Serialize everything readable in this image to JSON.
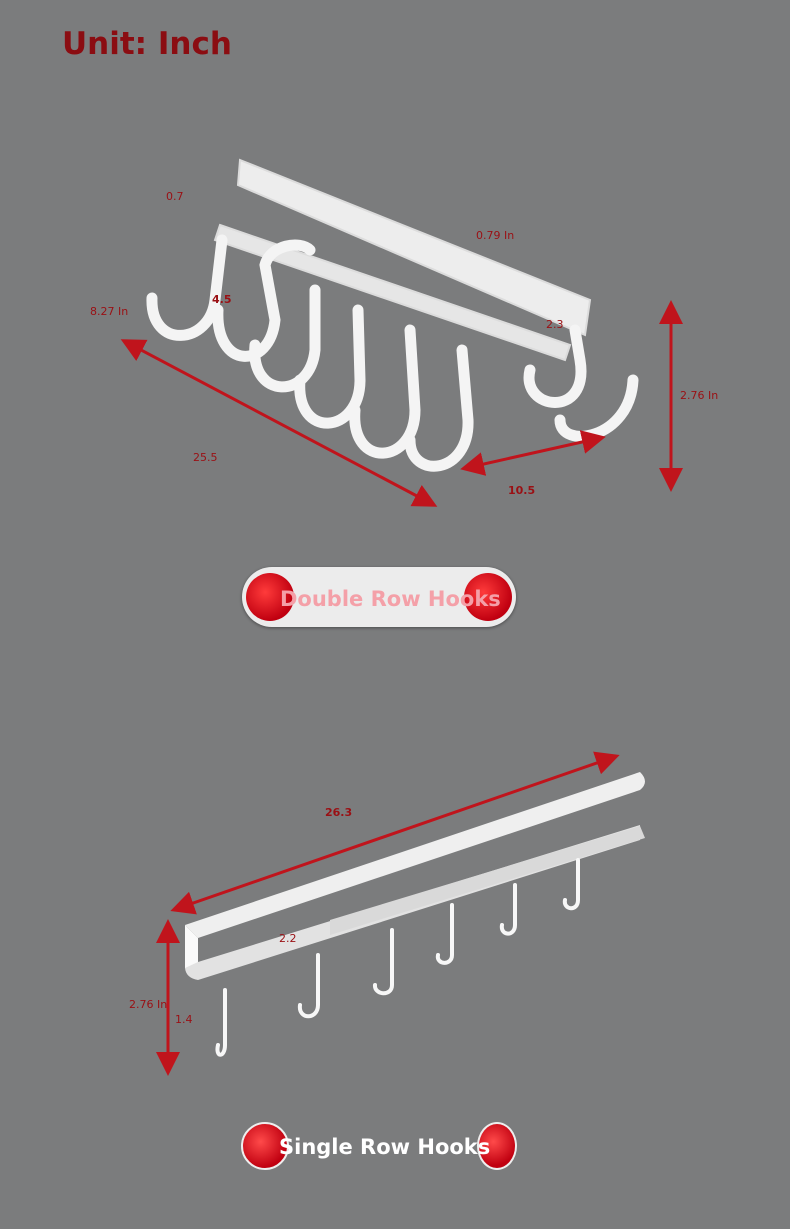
{
  "header": {
    "unit_label": "Unit: Inch"
  },
  "double_row": {
    "label": "Double Row Hooks",
    "dimensions": [
      "0.7",
      "0.79 In",
      "8.27 In",
      "4.5",
      "2.3",
      "2.76 In",
      "25.5",
      "10.5"
    ]
  },
  "single_row": {
    "label": "Single Row Hooks",
    "dimensions": [
      "26.3",
      "2.2",
      "2.76 In",
      "1.4"
    ]
  },
  "colors": {
    "background": "#7b7c7d",
    "accent": "#c0141c",
    "title": "#8b0d12"
  }
}
